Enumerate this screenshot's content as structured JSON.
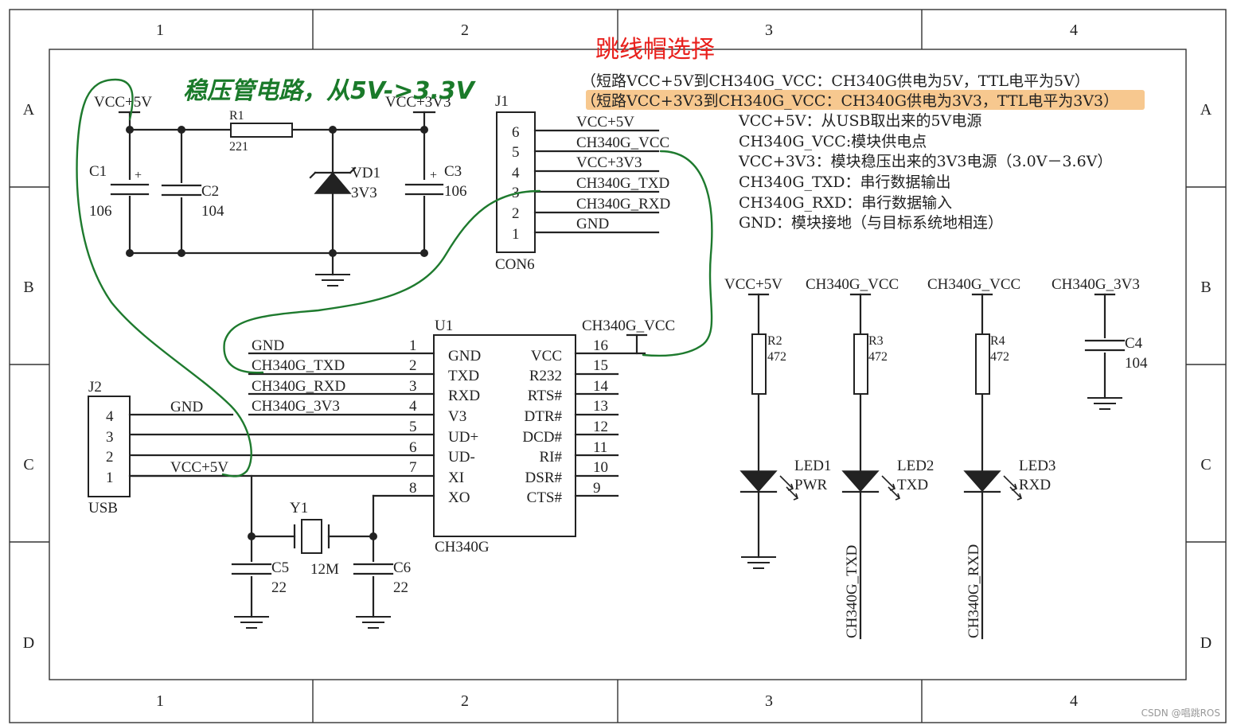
{
  "frame": {
    "columns": [
      "1",
      "2",
      "3",
      "4"
    ],
    "rows": [
      "A",
      "B",
      "C",
      "D"
    ]
  },
  "annotations": {
    "jumper_title": "跳线帽选择",
    "regulator_note": "稳压管电路，从5V->3.3V",
    "highlight_color": "#f7c88f",
    "ink_color": "#1e7a2e",
    "title_color": "#e8201c"
  },
  "notes": [
    "（短路VCC+5V到CH340G_VCC：CH340G供电为5V，TTL电平为5V）",
    "（短路VCC+3V3到CH340G_VCC：CH340G供电为3V3，TTL电平为3V3）",
    "VCC+5V：从USB取出来的5V电源",
    "CH340G_VCC:模块供电点",
    "VCC+3V3：模块稳压出来的3V3电源（3.0V－3.6V）",
    "CH340G_TXD：串行数据输出",
    "CH340G_RXD：串行数据输入",
    "GND：模块接地（与目标系统地相连）"
  ],
  "regulator": {
    "vin": "VCC+5V",
    "vout": "VCC+3V3",
    "r1_ref": "R1",
    "r1_val": "221",
    "c1_ref": "C1",
    "c1_val": "106",
    "c2_ref": "C2",
    "c2_val": "104",
    "c3_ref": "C3",
    "c3_val": "106",
    "vd1_ref": "VD1",
    "vd1_val": "3V3",
    "plus": "+"
  },
  "j1": {
    "ref": "J1",
    "name": "CON6",
    "pins": [
      "6",
      "5",
      "4",
      "3",
      "2",
      "1"
    ],
    "nets": [
      "VCC+5V",
      "CH340G_VCC",
      "VCC+3V3",
      "CH340G_TXD",
      "CH340G_RXD",
      "GND"
    ]
  },
  "u1": {
    "ref": "U1",
    "name": "CH340G",
    "supply": "CH340G_VCC",
    "left_pins": [
      "1",
      "2",
      "3",
      "4",
      "5",
      "6",
      "7",
      "8"
    ],
    "left_names": [
      "GND",
      "TXD",
      "RXD",
      "V3",
      "UD+",
      "UD-",
      "XI",
      "XO"
    ],
    "left_nets": [
      "GND",
      "CH340G_TXD",
      "CH340G_RXD",
      "CH340G_3V3"
    ],
    "right_pins": [
      "16",
      "15",
      "14",
      "13",
      "12",
      "11",
      "10",
      "9"
    ],
    "right_names": [
      "VCC",
      "R232",
      "RTS#",
      "DTR#",
      "DCD#",
      "RI#",
      "DSR#",
      "CTS#"
    ]
  },
  "j2": {
    "ref": "J2",
    "name": "USB",
    "pins": [
      "4",
      "3",
      "2",
      "1"
    ],
    "nets": [
      "GND",
      "VCC+5V"
    ]
  },
  "crystal": {
    "y1_ref": "Y1",
    "y1_val": "12M",
    "c5_ref": "C5",
    "c5_val": "22",
    "c6_ref": "C6",
    "c6_val": "22"
  },
  "leds": {
    "top_nets": [
      "VCC+5V",
      "CH340G_VCC",
      "CH340G_VCC",
      "CH340G_3V3"
    ],
    "r2_ref": "R2",
    "r2_val": "472",
    "r3_ref": "R3",
    "r3_val": "472",
    "r4_ref": "R4",
    "r4_val": "472",
    "c4_ref": "C4",
    "c4_val": "104",
    "led1_ref": "LED1",
    "led1_name": "PWR",
    "led2_ref": "LED2",
    "led2_name": "TXD",
    "led3_ref": "LED3",
    "led3_name": "RXD",
    "led2_net": "CH340G_TXD",
    "led3_net": "CH340G_RXD"
  },
  "watermark": "CSDN @唱跳ROS"
}
